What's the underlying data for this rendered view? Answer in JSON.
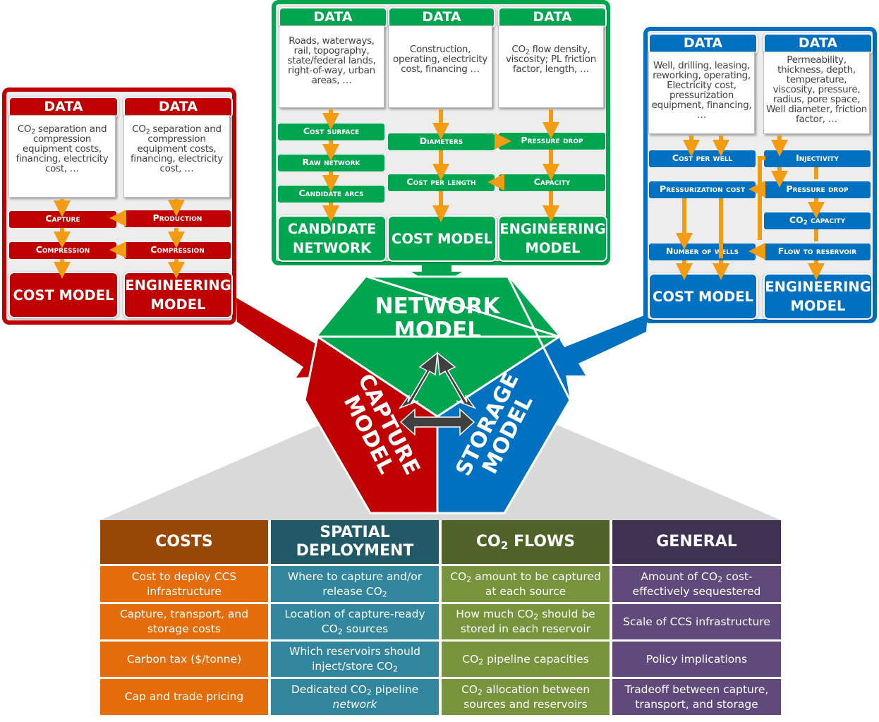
{
  "capture_panel": {
    "data_headers": [
      "DATA",
      "DATA"
    ],
    "data_boxes": [
      [
        {
          "t": "CO"
        },
        {
          "sub": "2"
        },
        {
          "t": " separation and compression equipment costs, financing, electricity cost, …"
        }
      ],
      [
        {
          "t": "CO"
        },
        {
          "sub": "2"
        },
        {
          "t": " separation and compression equipment costs, financing, electricity cost, …"
        }
      ]
    ],
    "steps": {
      "capture": "Capture",
      "production": "Production",
      "compression_left": "Compression",
      "compression_right": "Compression"
    },
    "models": [
      "COST MODEL",
      "ENGINEERING MODEL"
    ]
  },
  "network_panel": {
    "data_headers": [
      "DATA",
      "DATA",
      "DATA"
    ],
    "data_boxes": [
      [
        {
          "t": "Roads, waterways, rail, topography, state/federal lands, right-of-way, urban areas, …"
        }
      ],
      [
        {
          "t": "Construction, operating, electricity cost, financing …"
        }
      ],
      [
        {
          "t": "CO"
        },
        {
          "sub": "2"
        },
        {
          "t": " flow density, viscosity; PL friction factor, length, …"
        }
      ]
    ],
    "steps": {
      "cost_surface": "Cost surface",
      "raw_network": "Raw network",
      "candidate_arcs": "Candidate arcs",
      "diameters": "Diameters",
      "pressure_drop": "Pressure drop",
      "cost_per_length": "Cost per length",
      "capacity": "Capacity"
    },
    "models": [
      "CANDIDATE NETWORK",
      "COST MODEL",
      "ENGINEERING MODEL"
    ]
  },
  "storage_panel": {
    "data_headers": [
      "DATA",
      "DATA"
    ],
    "data_boxes": [
      [
        {
          "t": "Well, drilling, leasing, reworking, operating, Electricity cost, pressurization equipment, financing, …"
        }
      ],
      [
        {
          "t": "Permeability, thickness, depth, temperature, viscosity, pressure, radius, pore space, Well diameter, friction factor, …"
        }
      ]
    ],
    "steps": {
      "cost_per_well": "Cost per well",
      "injectivity": "Injectivity",
      "pressurization_cost": "Pressurization cost",
      "pressure_drop": "Pressure drop",
      "co2_capacity_pre": "CO",
      "co2_capacity_sub": "2",
      "co2_capacity_post": " capacity",
      "number_of_wells": "Number of wells",
      "flow_to_reservoir": "Flow to reservoir"
    },
    "models": [
      "COST MODEL",
      "ENGINEERING MODEL"
    ]
  },
  "center": {
    "network_label": [
      "NETWORK",
      "MODEL"
    ],
    "capture_label": [
      "CAPTURE",
      "MODEL"
    ],
    "storage_label": [
      "STORAGE",
      "MODEL"
    ]
  },
  "table": {
    "headers": [
      [
        {
          "t": "COSTS"
        }
      ],
      [
        {
          "t": "SPATIAL DEPLOYMENT"
        }
      ],
      [
        {
          "t": "CO"
        },
        {
          "sub": "2"
        },
        {
          "t": " FLOWS"
        }
      ],
      [
        {
          "t": "GENERAL"
        }
      ]
    ],
    "rows": [
      [
        [
          {
            "t": "Cost to deploy CCS infrastructure"
          }
        ],
        [
          {
            "t": "Where to capture and/or release CO"
          },
          {
            "sub": "2"
          }
        ],
        [
          {
            "t": "CO"
          },
          {
            "sub": "2"
          },
          {
            "t": " amount to be captured at each source"
          }
        ],
        [
          {
            "t": "Amount of CO"
          },
          {
            "sub": "2"
          },
          {
            "t": " cost-effectively sequestered"
          }
        ]
      ],
      [
        [
          {
            "t": "Capture, transport, and storage costs"
          }
        ],
        [
          {
            "t": "Location of capture-ready CO"
          },
          {
            "sub": "2"
          },
          {
            "t": " sources"
          }
        ],
        [
          {
            "t": "How much CO"
          },
          {
            "sub": "2"
          },
          {
            "t": " should be stored in each reservoir"
          }
        ],
        [
          {
            "t": "Scale of CCS infrastructure"
          }
        ]
      ],
      [
        [
          {
            "t": "Carbon tax ($/tonne)"
          }
        ],
        [
          {
            "t": "Which reservoirs should inject/store CO"
          },
          {
            "sub": "2"
          }
        ],
        [
          {
            "t": "CO"
          },
          {
            "sub": "2"
          },
          {
            "t": " pipeline capacities"
          }
        ],
        [
          {
            "t": "Policy implications"
          }
        ]
      ],
      [
        [
          {
            "t": "Cap and trade pricing"
          }
        ],
        [
          {
            "t": "Dedicated CO"
          },
          {
            "sub": "2"
          },
          {
            "t": " pipeline "
          },
          {
            "i": "network"
          }
        ],
        [
          {
            "t": "CO"
          },
          {
            "sub": "2"
          },
          {
            "t": " allocation between sources and reservoirs"
          }
        ],
        [
          {
            "t": "Tradeoff between capture, transport, and storage"
          }
        ]
      ]
    ]
  },
  "colors": {
    "capture_red": "#c00000",
    "network_green": "#00a550",
    "storage_blue": "#0070c0",
    "flow_arrow_orange": "#f39c12",
    "center_arrow_gray": "#404040",
    "costs_header": "#974806",
    "costs_cell": "#e46c0a",
    "spatial_header": "#215967",
    "spatial_cell": "#31859c",
    "flows_header": "#4f6228",
    "flows_cell": "#77933c",
    "general_header": "#3f3151",
    "general_cell": "#604a7b"
  }
}
